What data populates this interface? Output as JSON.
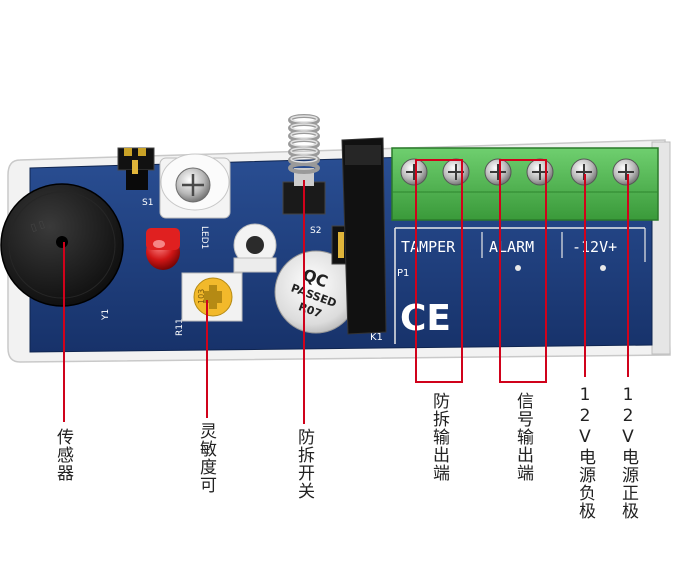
{
  "board": {
    "silkscreen": {
      "tamper": "TAMPER",
      "alarm": "ALARM",
      "power": "-12V+",
      "p1": "P1",
      "k1": "K1",
      "s1": "S1",
      "s2": "S2",
      "y1": "Y1",
      "r11": "R11",
      "led1": "LED1",
      "ce": "CE"
    },
    "qc_sticker": {
      "line1": "QC",
      "line2": "PASSED",
      "line3": "R07"
    },
    "pot_label": "103"
  },
  "callouts": [
    {
      "id": "sensor",
      "text": "传感器"
    },
    {
      "id": "sensitivity",
      "text": "灵敏度可"
    },
    {
      "id": "tamper-switch",
      "text": "防拆开关"
    },
    {
      "id": "tamper-output",
      "text": "防拆输出端"
    },
    {
      "id": "signal-output",
      "text": "信号输出端"
    },
    {
      "id": "power-negative",
      "text": "12V电源负极"
    },
    {
      "id": "power-positive",
      "text": "12V电源正极"
    }
  ],
  "colors": {
    "pcb": "#1e3d7a",
    "terminal": "#4caf50",
    "callout": "#d0021b",
    "text": "#222222"
  }
}
